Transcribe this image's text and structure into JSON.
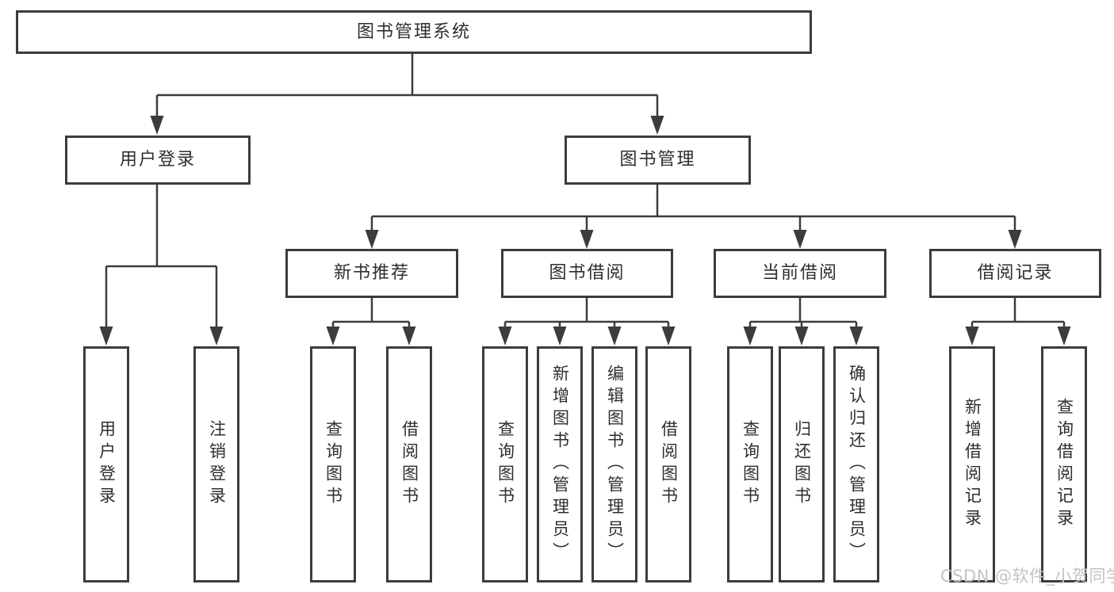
{
  "diagram": {
    "root": {
      "label": "图书管理系统"
    },
    "level2": [
      {
        "id": "user-login",
        "label": "用户登录"
      },
      {
        "id": "book-management",
        "label": "图书管理"
      }
    ],
    "level3": [
      {
        "id": "new-book-recommend",
        "parent": "book-management",
        "label": "新书推荐"
      },
      {
        "id": "book-borrow",
        "parent": "book-management",
        "label": "图书借阅"
      },
      {
        "id": "current-borrow",
        "parent": "book-management",
        "label": "当前借阅"
      },
      {
        "id": "borrow-records",
        "parent": "book-management",
        "label": "借阅记录"
      }
    ],
    "level4": [
      {
        "id": "user-login-leaf",
        "parent": "user-login",
        "label": "用户登录"
      },
      {
        "id": "logout",
        "parent": "user-login",
        "label": "注销登录"
      },
      {
        "id": "nb-query-books",
        "parent": "new-book-recommend",
        "label": "查询图书"
      },
      {
        "id": "nb-borrow-books",
        "parent": "new-book-recommend",
        "label": "借阅图书"
      },
      {
        "id": "bb-query-books",
        "parent": "book-borrow",
        "label": "查询图书"
      },
      {
        "id": "bb-add-books",
        "parent": "book-borrow",
        "label": "新增图书（管理员）"
      },
      {
        "id": "bb-edit-books",
        "parent": "book-borrow",
        "label": "编辑图书（管理员）"
      },
      {
        "id": "bb-borrow-books",
        "parent": "book-borrow",
        "label": "借阅图书"
      },
      {
        "id": "cb-query-books",
        "parent": "current-borrow",
        "label": "查询图书"
      },
      {
        "id": "cb-return-books",
        "parent": "current-borrow",
        "label": "归还图书"
      },
      {
        "id": "cb-confirm-return",
        "parent": "current-borrow",
        "label": "确认归还（管理员）"
      },
      {
        "id": "br-add-record",
        "parent": "borrow-records",
        "label": "新增借阅记录"
      },
      {
        "id": "br-query-record",
        "parent": "borrow-records",
        "label": "查询借阅记录"
      }
    ]
  },
  "watermark": {
    "text": "CSDN @软件_小贺同学"
  },
  "colors": {
    "line": "#3c3c3c",
    "text": "#2e2e2e",
    "background": "#ffffff",
    "watermark": "#c3c3c3"
  }
}
